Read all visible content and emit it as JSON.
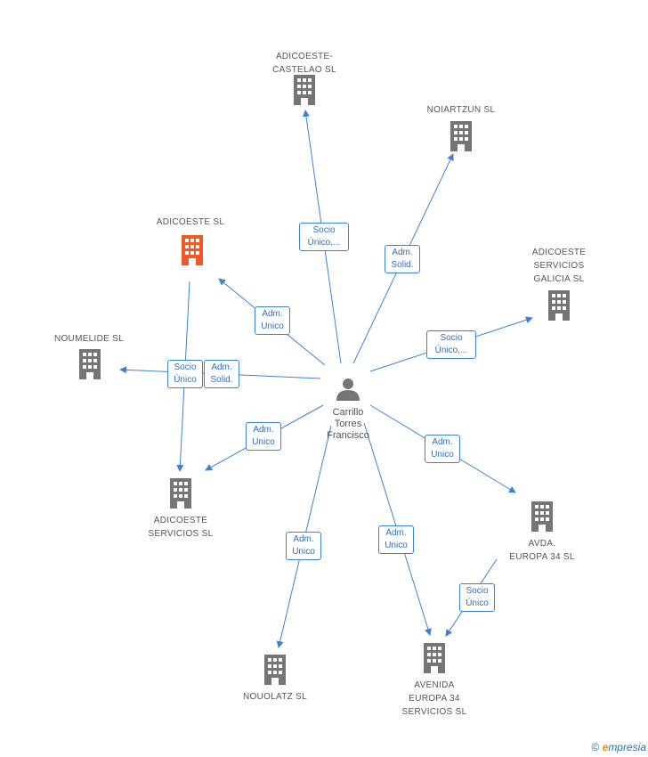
{
  "center": {
    "name_lines": [
      "Carrillo",
      "Torres",
      "Francisco"
    ]
  },
  "companies": [
    {
      "id": "adicoeste_castelao",
      "lines": [
        "ADICOESTE-",
        "CASTELAO SL"
      ],
      "color": "#757575"
    },
    {
      "id": "noiartzun",
      "lines": [
        "NOIARTZUN SL"
      ],
      "color": "#757575"
    },
    {
      "id": "adicoeste",
      "lines": [
        "ADICOESTE SL"
      ],
      "color": "#f05a28"
    },
    {
      "id": "adicoeste_galicia",
      "lines": [
        "ADICOESTE",
        "SERVICIOS",
        "GALICIA  SL"
      ],
      "color": "#757575"
    },
    {
      "id": "noumelide",
      "lines": [
        "NOUMELIDE SL"
      ],
      "color": "#757575"
    },
    {
      "id": "adicoeste_servicios",
      "lines": [
        "ADICOESTE",
        "SERVICIOS  SL"
      ],
      "color": "#757575"
    },
    {
      "id": "avda_europa",
      "lines": [
        "AVDA.",
        "EUROPA 34 SL"
      ],
      "color": "#757575"
    },
    {
      "id": "nouolatz",
      "lines": [
        "NOUOLATZ SL"
      ],
      "color": "#757575"
    },
    {
      "id": "avenida_europa",
      "lines": [
        "AVENIDA",
        "EUROPA 34",
        "SERVICIOS  SL"
      ],
      "color": "#757575"
    }
  ],
  "edge_labels": [
    {
      "id": "to_castelao",
      "lines": [
        "Socio",
        "Único,..."
      ]
    },
    {
      "id": "to_noiartzun",
      "lines": [
        "Adm.",
        "Solid."
      ]
    },
    {
      "id": "to_adicoeste",
      "lines": [
        "Adm.",
        "Unico"
      ]
    },
    {
      "id": "to_galicia",
      "lines": [
        "Socio",
        "Único,..."
      ]
    },
    {
      "id": "adicoeste_to_servicios",
      "lines": [
        "Socio",
        "Único"
      ]
    },
    {
      "id": "to_noumelide",
      "lines": [
        "Adm.",
        "Solid."
      ]
    },
    {
      "id": "to_servicios",
      "lines": [
        "Adm.",
        "Unico"
      ]
    },
    {
      "id": "to_avda",
      "lines": [
        "Adm.",
        "Unico"
      ]
    },
    {
      "id": "to_nouolatz",
      "lines": [
        "Adm.",
        "Unico"
      ]
    },
    {
      "id": "to_avenida",
      "lines": [
        "Adm.",
        "Unico"
      ]
    },
    {
      "id": "avda_to_avenida",
      "lines": [
        "Socio",
        "Único"
      ]
    }
  ],
  "colors": {
    "edge": "#3b82d6",
    "building": "#757575",
    "building_highlight": "#f05a28",
    "person": "#757575"
  },
  "footer": {
    "copyright": "©",
    "brand_initial": "e",
    "brand_rest": "mpresia"
  }
}
